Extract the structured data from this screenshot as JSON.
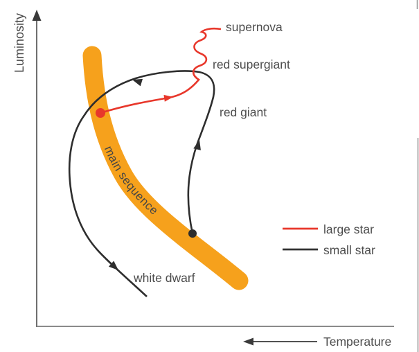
{
  "figure": {
    "type": "stellar-evolution-hr-diagram",
    "y_axis_label": "Luminosity",
    "x_axis_label": "Temperature",
    "band_label": "main sequence",
    "stages": {
      "supernova": "supernova",
      "red_supergiant": "red supergiant",
      "red_giant": "red giant",
      "white_dwarf": "white dwarf"
    },
    "legend": [
      {
        "label": "large star",
        "color": "#e8372b"
      },
      {
        "label": "small star",
        "color": "#333333"
      }
    ],
    "colors": {
      "main_sequence_band": "#f6a11c",
      "large_star_path": "#e8372b",
      "small_star_path": "#2e2e2e",
      "axis_line": "#7f7f7f",
      "arrow_dark": "#3a3a3a",
      "label_text": "#4d4d4d",
      "page_edge_line": "#9b9b9b"
    }
  }
}
